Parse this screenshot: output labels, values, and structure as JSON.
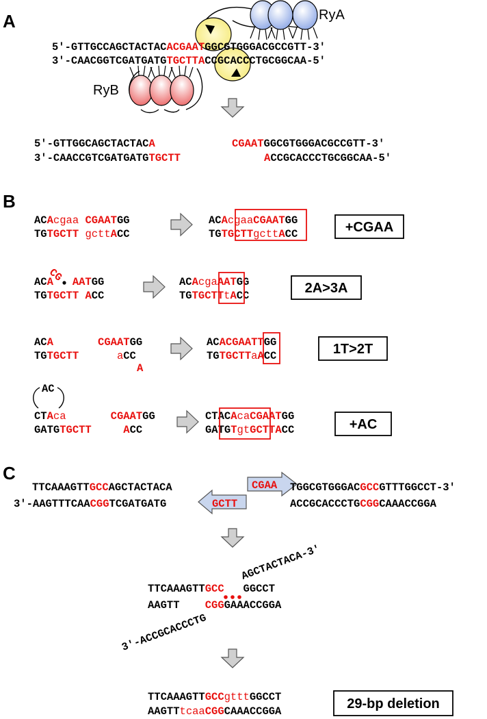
{
  "colors": {
    "black": "#000000",
    "red": "#e8100e",
    "arrow_fill": "#d0d0d0",
    "yellow": "#fbf38c",
    "blue": "#b6c8f0",
    "pink": "#f5a5a5",
    "blue_arrow": "#c9d6ee"
  },
  "panelA": {
    "label": "A",
    "rya": "RyA",
    "ryb": "RyB",
    "top_dna": {
      "top": [
        {
          "t": "5′-"
        },
        {
          "t": "GTTGCCAGCTACTAC"
        },
        {
          "t": "ACGAAT",
          "c": "red"
        },
        {
          "t": "GGCGTGGGACGCCGTT"
        },
        {
          "t": "-3′"
        }
      ],
      "bottom": [
        {
          "t": "3′-"
        },
        {
          "t": "CAACGGTCGATGATG"
        },
        {
          "t": "TGCTTA",
          "c": "red"
        },
        {
          "t": "CCGCACCCTGCGGCAA"
        },
        {
          "t": "-5′"
        }
      ]
    },
    "cut_top": {
      "left": [
        {
          "t": "5′-"
        },
        {
          "t": "GTTGGCAGCTACTAC"
        },
        {
          "t": "A",
          "c": "red"
        }
      ],
      "right": [
        {
          "t": "CGAAT",
          "c": "red"
        },
        {
          "t": "GGCGTGGGACGCCGTT"
        },
        {
          "t": "-3′"
        }
      ]
    },
    "cut_bottom": {
      "left": [
        {
          "t": "3′-"
        },
        {
          "t": "CAACCGTCGATGATG"
        },
        {
          "t": "TGCTT",
          "c": "red"
        }
      ],
      "right": [
        {
          "t": "A",
          "c": "red"
        },
        {
          "t": "CCGCACCCTGCGGCAA"
        },
        {
          "t": "-5′"
        }
      ]
    }
  },
  "panelB": {
    "label": "B",
    "rows": [
      {
        "name": "+CGAA",
        "l_top": [
          {
            "t": "AC"
          },
          {
            "t": "A",
            "c": "red"
          },
          {
            "t": "cgaa",
            "c": "red",
            "w": "n"
          },
          {
            "t": " "
          },
          {
            "t": "CGAAT",
            "c": "red"
          },
          {
            "t": "GG"
          }
        ],
        "l_bot": [
          {
            "t": "TG"
          },
          {
            "t": "TGCTT",
            "c": "red"
          },
          {
            "t": " "
          },
          {
            "t": "gctt",
            "c": "red",
            "w": "n"
          },
          {
            "t": "A",
            "c": "red"
          },
          {
            "t": "CC"
          }
        ],
        "r_top": [
          {
            "t": "AC"
          },
          {
            "t": "A",
            "c": "red"
          },
          {
            "t": "cgaa",
            "c": "red",
            "w": "n"
          },
          {
            "t": "CGAAT",
            "c": "red"
          },
          {
            "t": "GG"
          }
        ],
        "r_bot": [
          {
            "t": "TG"
          },
          {
            "t": "TGCTT",
            "c": "red"
          },
          {
            "t": "gctt",
            "c": "red",
            "w": "n"
          },
          {
            "t": "A",
            "c": "red"
          },
          {
            "t": "CC"
          }
        ]
      },
      {
        "name": "2A>3A",
        "overhang": "CG",
        "l_top": [
          {
            "t": "AC"
          },
          {
            "t": "A",
            "c": "red"
          },
          {
            "t": "   "
          },
          {
            "t": "AAT",
            "c": "red"
          },
          {
            "t": "GG"
          }
        ],
        "l_bot": [
          {
            "t": "TG"
          },
          {
            "t": "TGCTT",
            "c": "red"
          },
          {
            "t": " "
          },
          {
            "t": "A",
            "c": "red"
          },
          {
            "t": "CC"
          }
        ],
        "r_top": [
          {
            "t": "AC"
          },
          {
            "t": "A",
            "c": "red"
          },
          {
            "t": "cg",
            "c": "red",
            "w": "n"
          },
          {
            "t": "a",
            "c": "red",
            "w": "n"
          },
          {
            "t": "AAT",
            "c": "red"
          },
          {
            "t": "GG"
          }
        ],
        "r_bot": [
          {
            "t": "TG"
          },
          {
            "t": "TGCTT",
            "c": "red"
          },
          {
            "t": "t",
            "c": "red",
            "w": "n"
          },
          {
            "t": "A",
            "c": "red"
          },
          {
            "t": "CC"
          }
        ]
      },
      {
        "name": "1T>2T",
        "l_top": [
          {
            "t": "AC"
          },
          {
            "t": "A",
            "c": "red"
          },
          {
            "t": "       "
          },
          {
            "t": "CGAAT",
            "c": "red"
          },
          {
            "t": "GG"
          }
        ],
        "l_bot": [
          {
            "t": "TG"
          },
          {
            "t": "TGCTT",
            "c": "red"
          },
          {
            "t": "      "
          },
          {
            "t": "a",
            "c": "red",
            "w": "n"
          },
          {
            "t": "CC"
          }
        ],
        "l_extra": "A",
        "r_top": [
          {
            "t": "AC"
          },
          {
            "t": "ACGAATT",
            "c": "red"
          },
          {
            "t": "GG"
          }
        ],
        "r_bot": [
          {
            "t": "TG"
          },
          {
            "t": "TGCTT",
            "c": "red"
          },
          {
            "t": "a",
            "c": "red",
            "w": "n"
          },
          {
            "t": "A",
            "c": "red"
          },
          {
            "t": "CC"
          }
        ]
      },
      {
        "name": "+AC",
        "loop": "AC",
        "l_top": [
          {
            "t": "CT"
          },
          {
            "t": "A",
            "c": "red"
          },
          {
            "t": "ca",
            "c": "red",
            "w": "n"
          },
          {
            "t": "       "
          },
          {
            "t": "CGAAT",
            "c": "red"
          },
          {
            "t": "GG"
          }
        ],
        "l_bot": [
          {
            "t": "GATG"
          },
          {
            "t": "TGCTT",
            "c": "red"
          },
          {
            "t": "     "
          },
          {
            "t": "A",
            "c": "red"
          },
          {
            "t": "CC"
          }
        ],
        "r_top": [
          {
            "t": "CTAC"
          },
          {
            "t": "A",
            "c": "red"
          },
          {
            "t": "ca",
            "c": "red",
            "w": "n"
          },
          {
            "t": "CGAAT",
            "c": "red"
          },
          {
            "t": "GG"
          }
        ],
        "r_bot": [
          {
            "t": "GATG"
          },
          {
            "t": "T",
            "c": "red"
          },
          {
            "t": "gt",
            "c": "red",
            "w": "n"
          },
          {
            "t": "GCTTA",
            "c": "red"
          },
          {
            "t": "CC"
          }
        ]
      }
    ]
  },
  "panelC": {
    "label": "C",
    "left_top": [
      {
        "t": "TTCAAAGTT"
      },
      {
        "t": "GCC",
        "c": "red"
      },
      {
        "t": "AGCTACTACA"
      }
    ],
    "left_bot": [
      {
        "t": "3′-AAGTTTCAA"
      },
      {
        "t": "CGG",
        "c": "red"
      },
      {
        "t": "TCGATGATG"
      }
    ],
    "arrow_left_text": "GCTT",
    "arrow_right_text": "CGAA",
    "right_top": [
      {
        "t": "TGGCGTGGGAC"
      },
      {
        "t": "GCC",
        "c": "red"
      },
      {
        "t": "GTTTGGCCT-3′"
      }
    ],
    "right_bot": [
      {
        "t": "ACCGCACCCTG"
      },
      {
        "t": "CGG",
        "c": "red"
      },
      {
        "t": "CAAACCGGA"
      }
    ],
    "mid_top": [
      {
        "t": "TTCAAAGTT"
      },
      {
        "t": "GCC",
        "c": "red"
      },
      {
        "t": "   GGCCT"
      }
    ],
    "mid_bot": [
      {
        "t": "AAGTT    "
      },
      {
        "t": "CGG",
        "c": "red"
      },
      {
        "t": "GAAACCGGA"
      }
    ],
    "flap_up": "AGCTACTACA-3′",
    "flap_down": "3′-ACCGCACCCTG",
    "final_top": [
      {
        "t": "TTCAAAGTT"
      },
      {
        "t": "GCC",
        "c": "red"
      },
      {
        "t": "gttt",
        "c": "red",
        "w": "n"
      },
      {
        "t": "GGCCT"
      }
    ],
    "final_bot": [
      {
        "t": "AAGTT"
      },
      {
        "t": "tcaa",
        "c": "red",
        "w": "n"
      },
      {
        "t": "CGG",
        "c": "red"
      },
      {
        "t": "CAAACCGGA"
      }
    ],
    "result": "29-bp deletion"
  }
}
